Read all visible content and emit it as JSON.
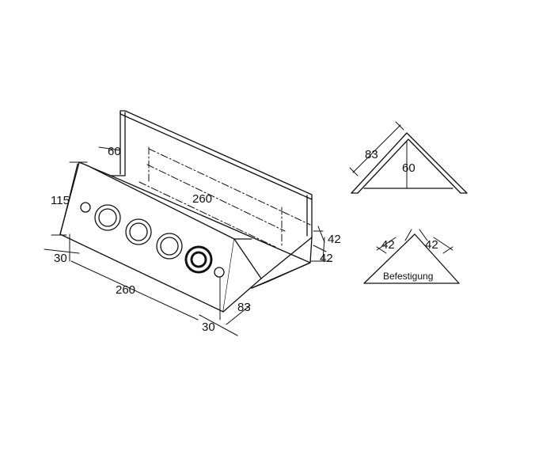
{
  "drawing": {
    "main_view": {
      "dim_top_offset": "60",
      "dim_back_length": "260",
      "dim_front_length": "260",
      "dim_height": "115",
      "dim_left_offset": "30",
      "dim_right_offset": "30",
      "dim_depth": "83",
      "dim_end_upper": "42",
      "dim_end_lower": "42"
    },
    "profile_view": {
      "dim_side": "83",
      "dim_height": "60"
    },
    "mount_view": {
      "dim_left": "42",
      "dim_right": "42",
      "label": "Befestigung"
    }
  }
}
